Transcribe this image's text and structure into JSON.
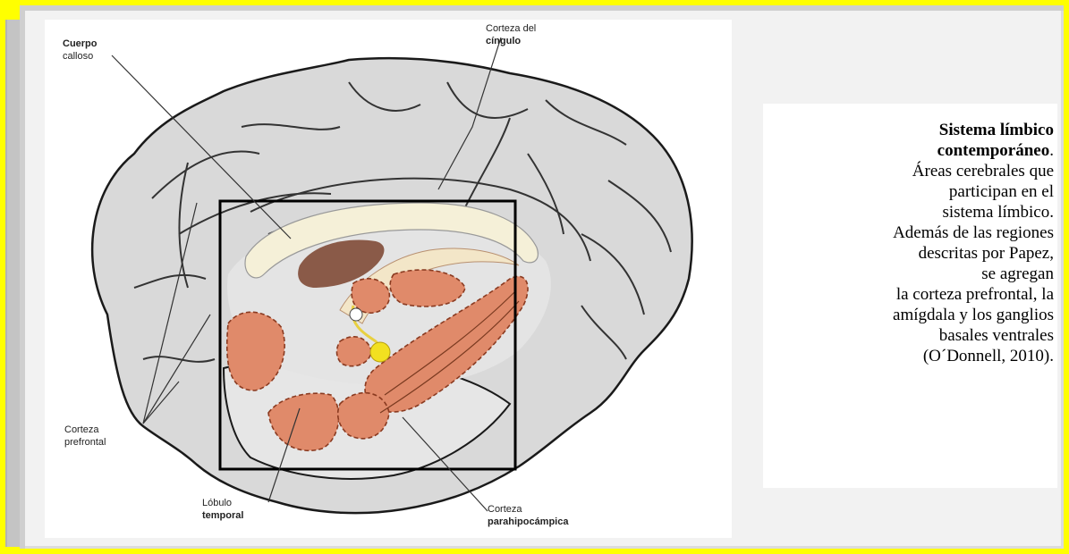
{
  "figure": {
    "labels": {
      "cuerpo_calloso_1": "Cuerpo",
      "cuerpo_calloso_2": "calloso",
      "corteza_cingulo_1": "Corteza del",
      "corteza_cingulo_2": "cíngulo",
      "corteza_prefrontal_1": "Corteza",
      "corteza_prefrontal_2": "prefrontal",
      "lobulo_temporal_1": "Lóbulo",
      "lobulo_temporal_2": "temporal",
      "corteza_parahipocampica_1": "Corteza",
      "corteza_parahipocampica_2": "parahipocámpica"
    },
    "colors": {
      "brain_fill": "#d9d9d9",
      "limbic_fill": "#e08a6a",
      "callosum_fill": "#f5f0d8",
      "thalamus_fill": "#8a5a48",
      "amygdala_fill": "#f2e020",
      "frame": "#ffff00"
    }
  },
  "caption": {
    "title_line1": "Sistema límbico",
    "title_line2": "contemporáneo",
    "title_period": ".",
    "lines": [
      "Áreas cerebrales que",
      "participan en el",
      "sistema límbico.",
      "Además de las regiones",
      "descritas por Papez,",
      "se agregan",
      "la corteza prefrontal, la",
      "amígdala y los ganglios",
      "basales ventrales",
      "(O´Donnell, 2010)."
    ]
  }
}
